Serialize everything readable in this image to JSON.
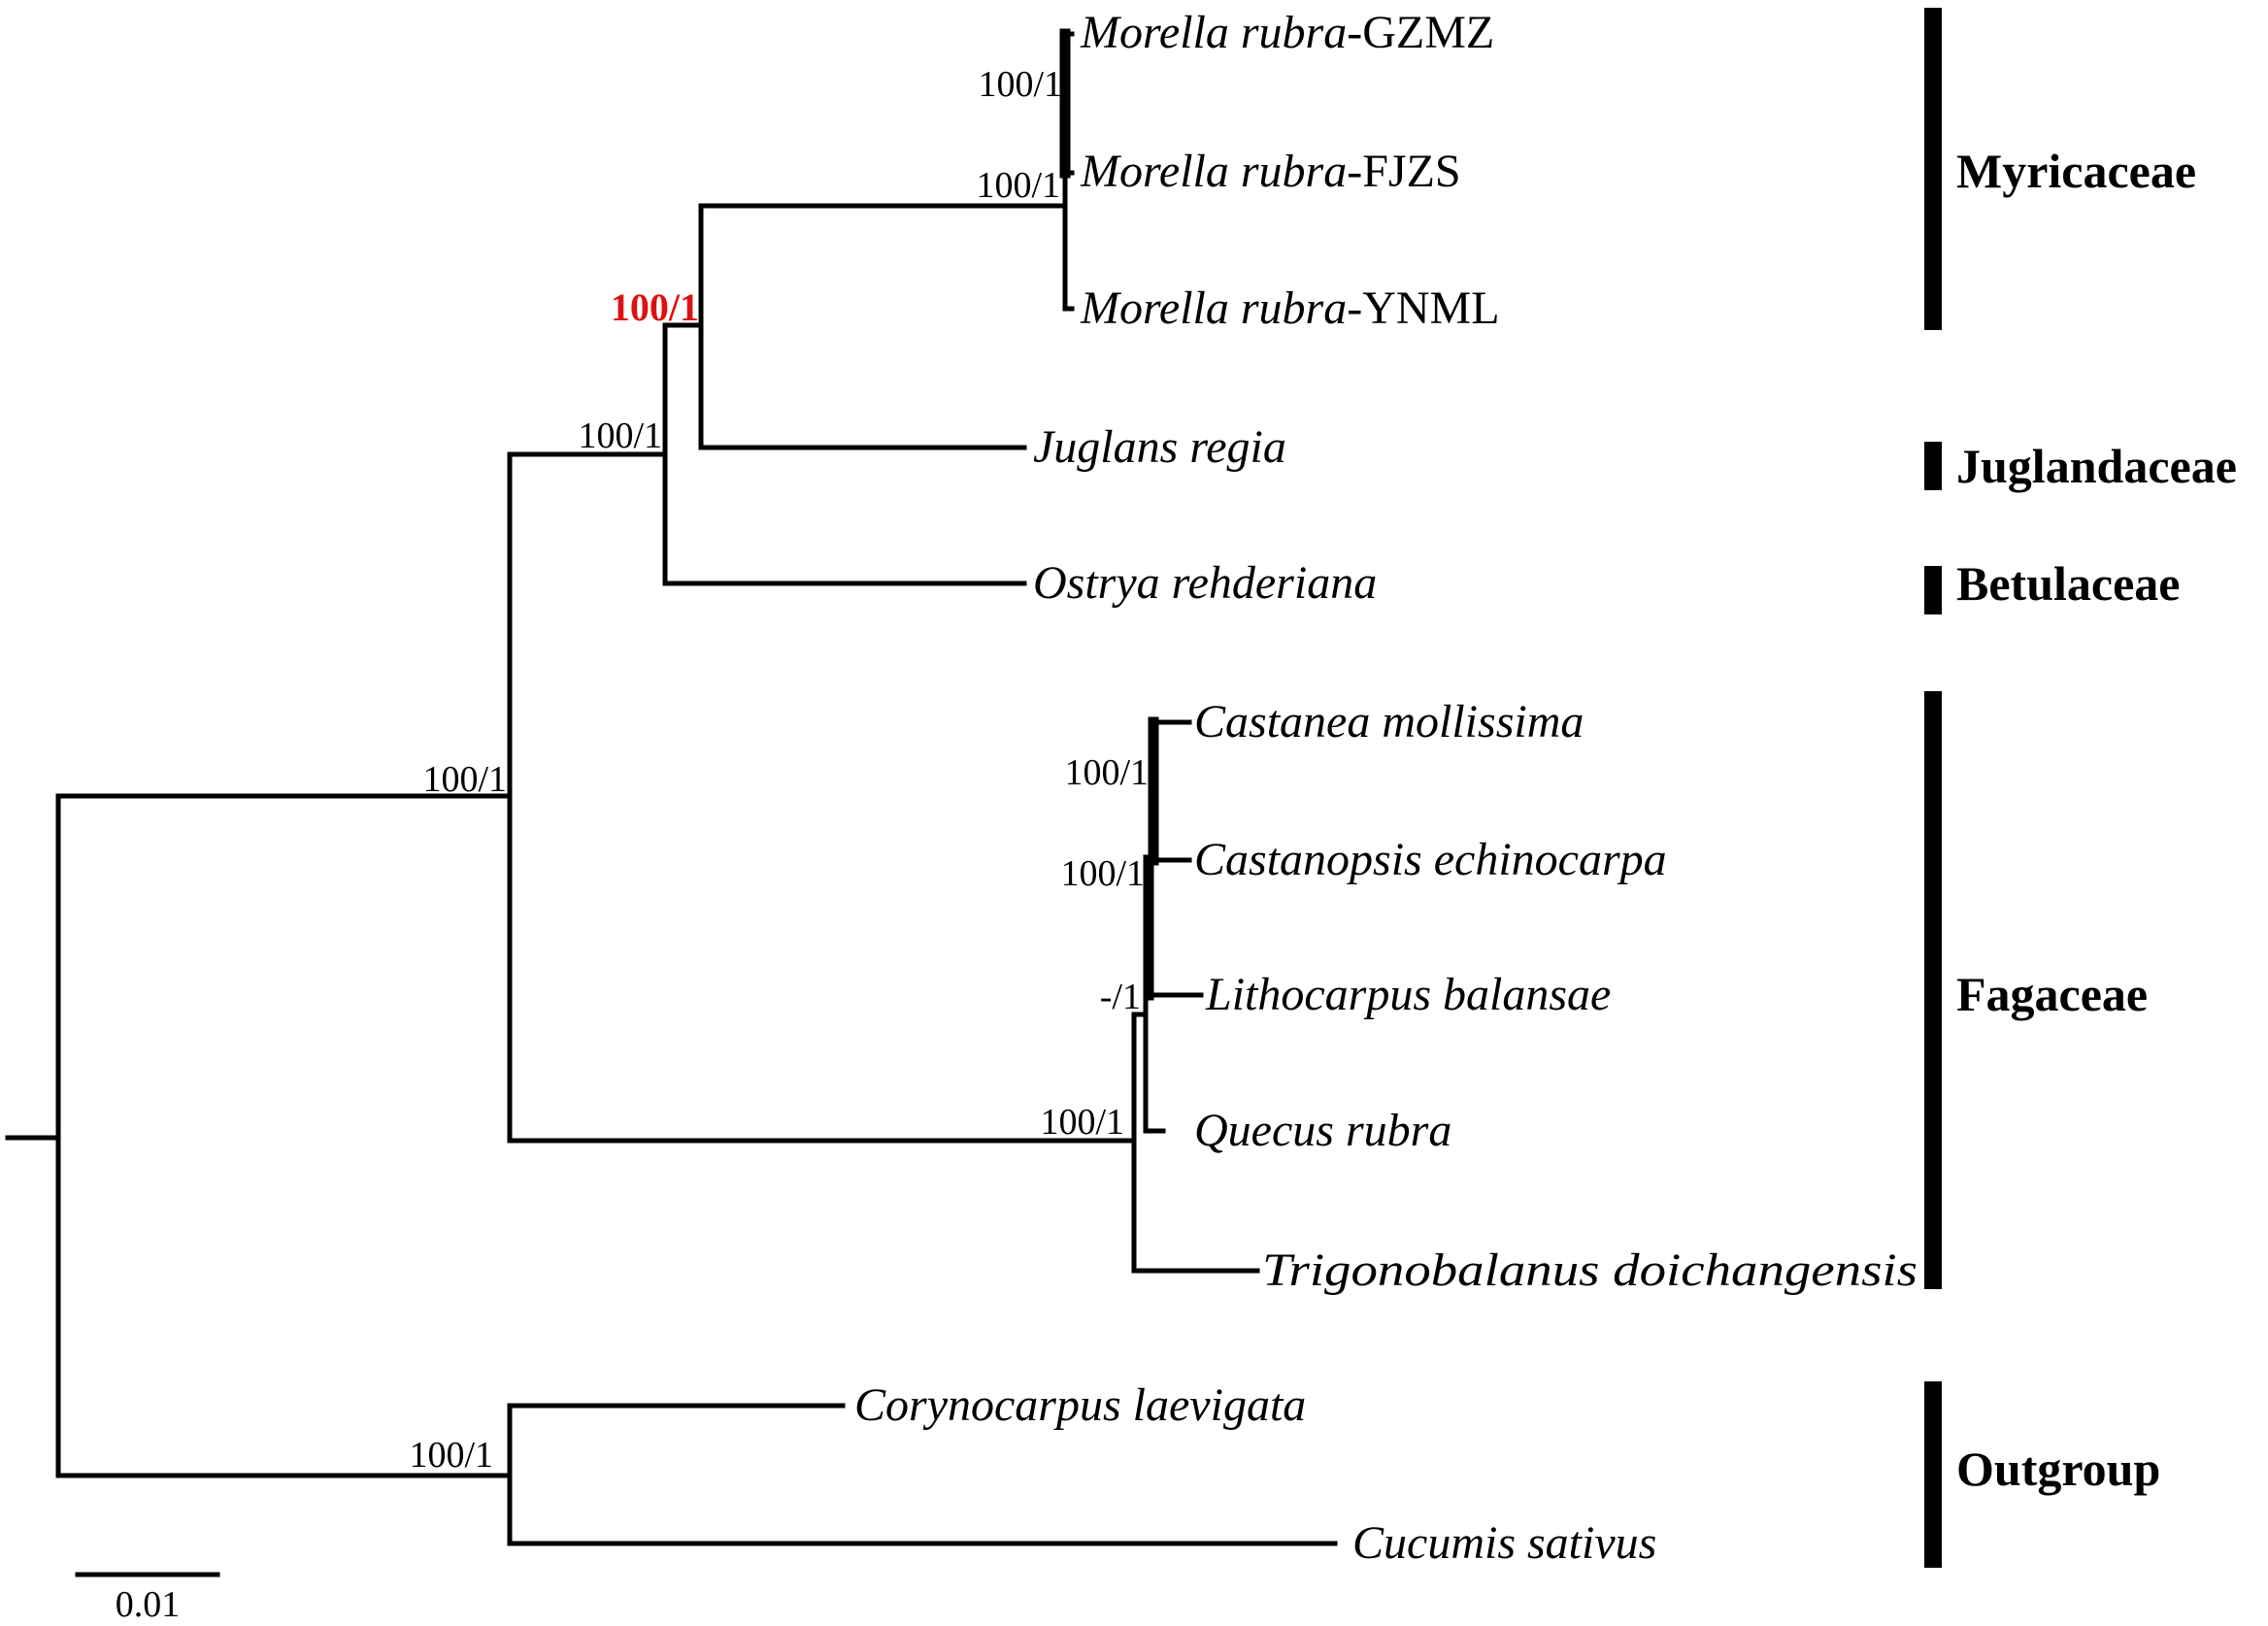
{
  "taxa": {
    "gzmz": {
      "species": "Morella rubra",
      "suffix": "-GZMZ"
    },
    "fjzs": {
      "species": "Morella rubra",
      "suffix": "-FJZS"
    },
    "ynml": {
      "species": "Morella rubra",
      "suffix": "-YNML"
    },
    "juglans": {
      "species": "Juglans regia",
      "suffix": ""
    },
    "ostrya": {
      "species": "Ostrya rehderiana",
      "suffix": ""
    },
    "castanea": {
      "species": "Castanea mollissima",
      "suffix": ""
    },
    "castanopsis": {
      "species": "Castanopsis echinocarpa",
      "suffix": ""
    },
    "lithocarpus": {
      "species": "Lithocarpus balansae",
      "suffix": ""
    },
    "quercus": {
      "species": "Quecus rubra",
      "suffix": ""
    },
    "trigonobalanus": {
      "species": "Trigonobalanus doichangensis",
      "suffix": ""
    },
    "corynocarpus": {
      "species": "Corynocarpus laevigata",
      "suffix": ""
    },
    "cucumis": {
      "species": "Cucumis sativus",
      "suffix": ""
    }
  },
  "support": {
    "morella_inner": "100/1",
    "morella_clade": "100/1",
    "myr_jug": "100/1",
    "fagales_core": "100/1",
    "ingroup": "100/1",
    "castanea_castanopsis": "100/1",
    "castaneoideae": "100/1",
    "quercoid": "-/1",
    "fagaceae": "100/1",
    "outgroup": "100/1"
  },
  "families": {
    "myricaceae": "Myricaceae",
    "juglandaceae": "Juglandaceae",
    "betulaceae": "Betulaceae",
    "fagaceae": "Fagaceae",
    "outgroup": "Outgroup"
  },
  "scale_bar": {
    "label": "0.01"
  }
}
